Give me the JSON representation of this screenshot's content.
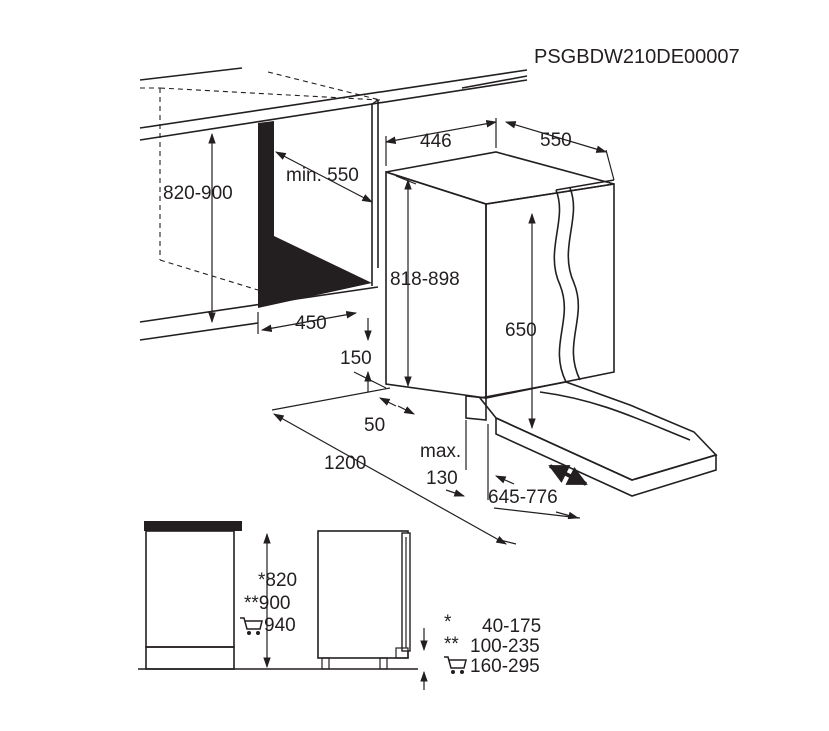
{
  "document_code": "PSGBDW210DE00007",
  "dimensions": {
    "niche_height": "820-900",
    "min_depth": "min. 550",
    "niche_width": "450",
    "appliance_width": "446",
    "appliance_depth": "550",
    "appliance_height": "818-898",
    "door_height": "650",
    "plinth_height": "150",
    "plinth_offset": "50",
    "open_door_clearance": "1200",
    "max_label": "max.",
    "max_value": "130",
    "depth_range": "645-776"
  },
  "height_table": {
    "rows": [
      {
        "marker": "*",
        "cabinet_height": "*820",
        "leg_range": "40-175"
      },
      {
        "marker": "**",
        "cabinet_height": "**900",
        "leg_range": "100-235"
      },
      {
        "marker": "cart",
        "cabinet_height": "940",
        "leg_range": "160-295"
      }
    ]
  }
}
